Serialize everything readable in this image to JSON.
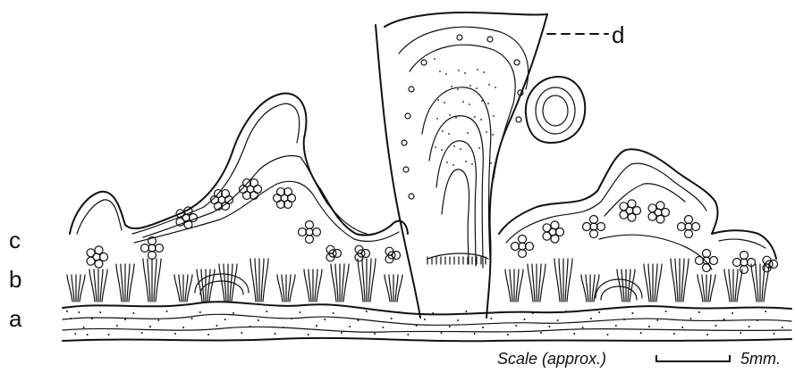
{
  "labels": {
    "a": "a",
    "b": "b",
    "c": "c",
    "d": "d"
  },
  "scale": {
    "caption": "Scale (approx.)",
    "value": "5mm."
  },
  "colors": {
    "ink": "#111111",
    "paper": "#ffffff"
  }
}
